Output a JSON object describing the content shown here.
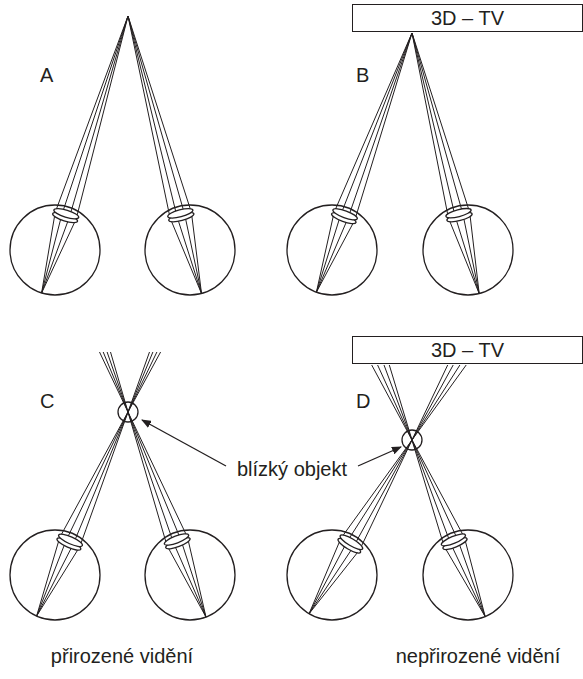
{
  "diagram": {
    "nodes": [
      {
        "text": [
          "3D – TV"
        ]
      },
      {
        "text": [
          "3D – TV"
        ]
      }
    ],
    "labels": [
      "A",
      "B",
      "C",
      "D",
      "blízký objekt",
      "přirozené vidění",
      "nepřirozené vidění"
    ]
  }
}
